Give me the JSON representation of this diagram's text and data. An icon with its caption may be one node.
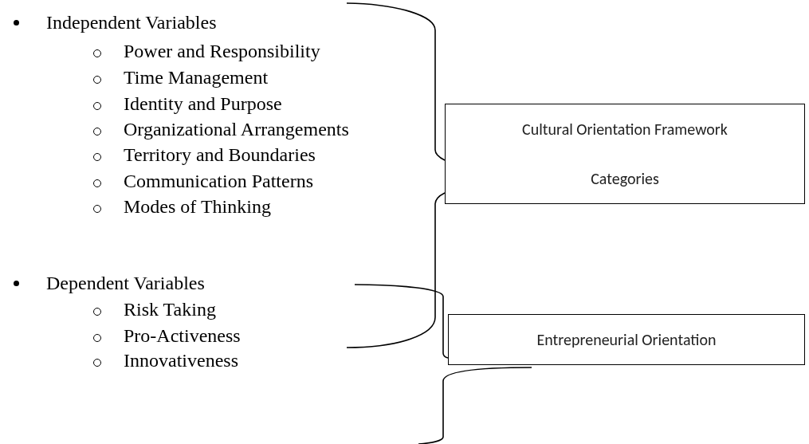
{
  "diagram": {
    "nodes": [
      {
        "text": [
          "Cultural Orientation Framework Categories"
        ]
      },
      {
        "text": [
          "Entrepreneurial Orientation"
        ]
      }
    ],
    "labels": [
      "Independent Variables",
      "Power and Responsibility",
      "Time Management",
      "Identity and Purpose",
      "Organizational Arrangements",
      "Territory and Boundaries",
      "Communication Patterns",
      "Modes of Thinking",
      "Dependent Variables",
      "Risk Taking",
      "Pro-Activeness",
      "Innovativeness"
    ]
  }
}
